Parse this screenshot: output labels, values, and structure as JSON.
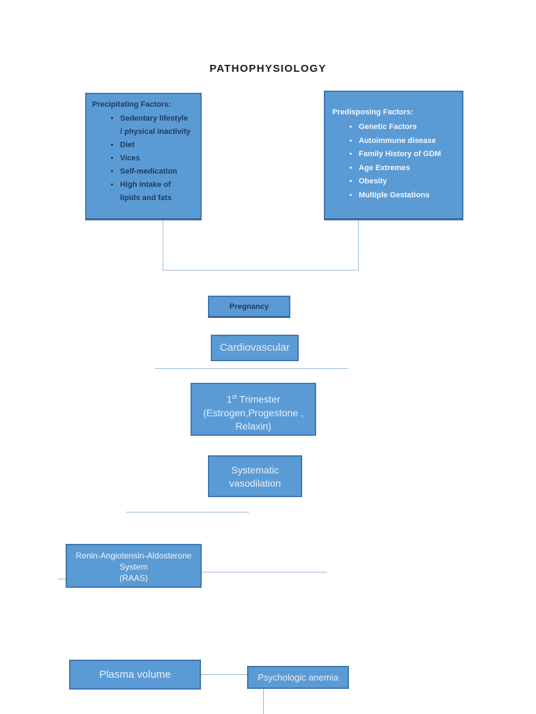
{
  "title": "PATHOPHYSIOLOGY",
  "flowchart": {
    "precipitating": {
      "heading": "Precipitating Factors:",
      "items": [
        "Sedentary lifestyle / physical inactivity",
        "Diet",
        "Vices",
        "Self-medication",
        "High intake of lipids and fats"
      ]
    },
    "predisposing": {
      "heading": "Predisposing Factors:",
      "items": [
        "Genetic Factors",
        "Autoimmune disease",
        "Family History of GDM",
        "Age Extremes",
        "Obesity",
        "Multiple Gestations"
      ]
    },
    "pregnancy": "Pregnancy",
    "cardiovascular": "Cardiovascular",
    "trimester": {
      "base": "1",
      "sup": "st",
      "rest": " Trimester",
      "line2": "(Estrogen,Progestone ,",
      "line3": "Relaxin)"
    },
    "vasodilation": {
      "line1": "Systematic",
      "line2": "vasodilation"
    },
    "raas": {
      "line1": "Renin-Angiotensin-Aldosterone",
      "line2": "System",
      "line3": "(RAAS)"
    },
    "plasma_volume": "Plasma volume",
    "psychologic_anemia": "Psychologic anemia"
  },
  "colors": {
    "box_fill": "#5b9bd5",
    "box_border": "#4079ae",
    "dark_text": "#1f3a5f",
    "light_text": "#e9eff7",
    "connector": "#9dbbd8",
    "title": "#1b1b1b"
  }
}
